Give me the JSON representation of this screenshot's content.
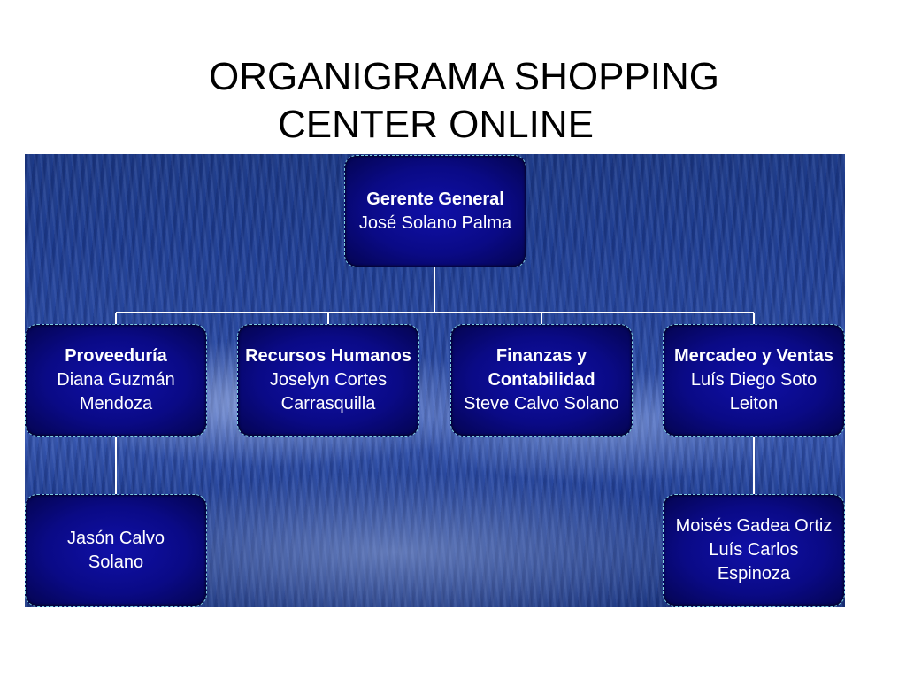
{
  "title": {
    "line1": "ORGANIGRAMA SHOPPING",
    "line2": "CENTER ONLINE"
  },
  "org": {
    "root": {
      "role": "Gerente  General",
      "names": "José Solano Palma"
    },
    "departments": [
      {
        "role": "Proveeduría",
        "names": "Diana Guzmán\nMendoza"
      },
      {
        "role": "Recursos Humanos",
        "names": "Joselyn Cortes\nCarrasquilla"
      },
      {
        "role": "Finanzas y\nContabilidad",
        "names": "Steve Calvo Solano"
      },
      {
        "role": "Mercadeo y Ventas",
        "names": "Luís Diego Soto\nLeiton"
      }
    ],
    "sub_units": [
      {
        "parent": "Proveeduría",
        "names": "Jasón Calvo\nSolano"
      },
      {
        "parent": "Mercadeo y Ventas",
        "names": "Moisés Gadea Ortiz\nLuís Carlos\nEspinoza"
      }
    ]
  }
}
